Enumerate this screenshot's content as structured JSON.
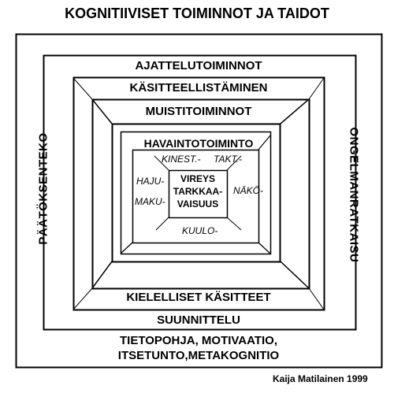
{
  "title": "KOGNITIIVISET TOIMINNOT JA TAIDOT",
  "layers": {
    "ajattelu": "AJATTELUTOIMINNOT",
    "kasitteellistaminen": "KÄSITTEELLISTÄMINEN",
    "muisti": "MUISTITOIMINNOT",
    "havainto": "HAVAINTOTOIMINTO",
    "kielelliset": "KIELELLISET KÄSITTEET",
    "suunnittelu": "SUUNNITTELU",
    "tietopohja_line1": "TIETOPOHJA, MOTIVAATIO,",
    "tietopohja_line2": "ITSETUNTO,METAKOGNITIO"
  },
  "side": {
    "left": "PÄÄTÖKSENTEKO",
    "right": "ONGELMANRATKAISU"
  },
  "senses": {
    "kinest": "KINEST.-",
    "takt": "TAKT.-",
    "haju": "HAJU-",
    "maku": "MAKU-",
    "nako": "NÄKÖ-",
    "kuulo": "KUULO-"
  },
  "center": {
    "line1": "VIREYS",
    "line2": "TARKKAA-",
    "line3": "VAISUUS"
  },
  "credit": "Kaija Matilainen 1999"
}
